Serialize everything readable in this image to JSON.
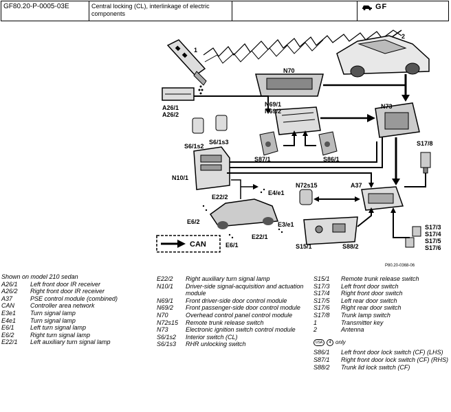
{
  "header": {
    "doc_id": "GF80.20-P-0005-03E",
    "title": "Central locking (CL), interlinkage of electric components",
    "logo_text": "GF"
  },
  "diagram": {
    "labels": {
      "l1": "1",
      "l2": "2",
      "n70": "N70",
      "a26_1": "A26/1",
      "a26_2": "A26/2",
      "n69_1": "N69/1",
      "n69_2": "N69/2",
      "n73": "N73",
      "s6_1s2": "S6/1s2",
      "s6_1s3": "S6/1s3",
      "s17_8": "S17/8",
      "n10_1": "N10/1",
      "s87_1": "S87/1",
      "s86_1": "S86/1",
      "n72s15": "N72s15",
      "a37": "A37",
      "e22_2": "E22/2",
      "e4e1": "E4/e1",
      "e6_2": "E6/2",
      "e3e1": "E3/e1",
      "e22_1": "E22/1",
      "e6_1": "E6/1",
      "can": "CAN",
      "s15_1": "S15/1",
      "s88_2": "S88/2",
      "s17_3": "S17/3",
      "s17_4": "S17/4",
      "s17_5": "S17/5",
      "s17_6": "S17/6"
    },
    "ref": "P80.20-0368-06"
  },
  "legend": {
    "intro": "Shown on model 210 sedan",
    "col1": [
      {
        "k": "A26/1",
        "v": "Left front door IR receiver"
      },
      {
        "k": "A26/2",
        "v": "Right front door IR receiver"
      },
      {
        "k": "A37",
        "v": "PSE control module (combined)"
      },
      {
        "k": "CAN",
        "v": "Controller area network"
      },
      {
        "k": "E3e1",
        "v": "Turn signal lamp"
      },
      {
        "k": "E4e1",
        "v": "Turn signal lamp"
      },
      {
        "k": "E6/1",
        "v": "Left turn signal lamp"
      },
      {
        "k": "E6/2",
        "v": "Right turn signal lamp"
      },
      {
        "k": "E22/1",
        "v": "Left auxiliary turn signal lamp"
      }
    ],
    "col2": [
      {
        "k": "E22/2",
        "v": "Right auxiliary turn signal lamp"
      },
      {
        "k": "N10/1",
        "v": "Driver-side signal-acquisition and actuation module"
      },
      {
        "k": "N69/1",
        "v": "Front driver-side door control module"
      },
      {
        "k": "N69/2",
        "v": "Front passenger-side door control module"
      },
      {
        "k": "N70",
        "v": "Overhead control panel control module"
      },
      {
        "k": "N72s15",
        "v": "Remote trunk release switch"
      },
      {
        "k": "N73",
        "v": "Electronic ignition switch control module"
      },
      {
        "k": "S6/1s2",
        "v": "Interior switch (CL)"
      },
      {
        "k": "S6/1s3",
        "v": "RHR unlocking switch"
      }
    ],
    "col3": [
      {
        "k": "S15/1",
        "v": "Remote trunk release switch"
      },
      {
        "k": "S17/3",
        "v": "Left front door switch"
      },
      {
        "k": "S17/4",
        "v": "Right front door switch"
      },
      {
        "k": "S17/5",
        "v": "Left rear door switch"
      },
      {
        "k": "S17/6",
        "v": "Right rear door switch"
      },
      {
        "k": "S17/8",
        "v": "Trunk lamp switch"
      },
      {
        "k": "1",
        "v": "Transmitter key"
      },
      {
        "k": "2",
        "v": "Antenna"
      }
    ],
    "only_badge1": "USA",
    "only_badge2": "4",
    "only_text": "only",
    "col3b": [
      {
        "k": "S86/1",
        "v": "Left front door lock switch (CF) (LHS)"
      },
      {
        "k": "S87/1",
        "v": "Right front door lock switch (CF) (RHS)"
      },
      {
        "k": "S88/2",
        "v": "Trunk lid lock switch (CF)"
      }
    ]
  }
}
